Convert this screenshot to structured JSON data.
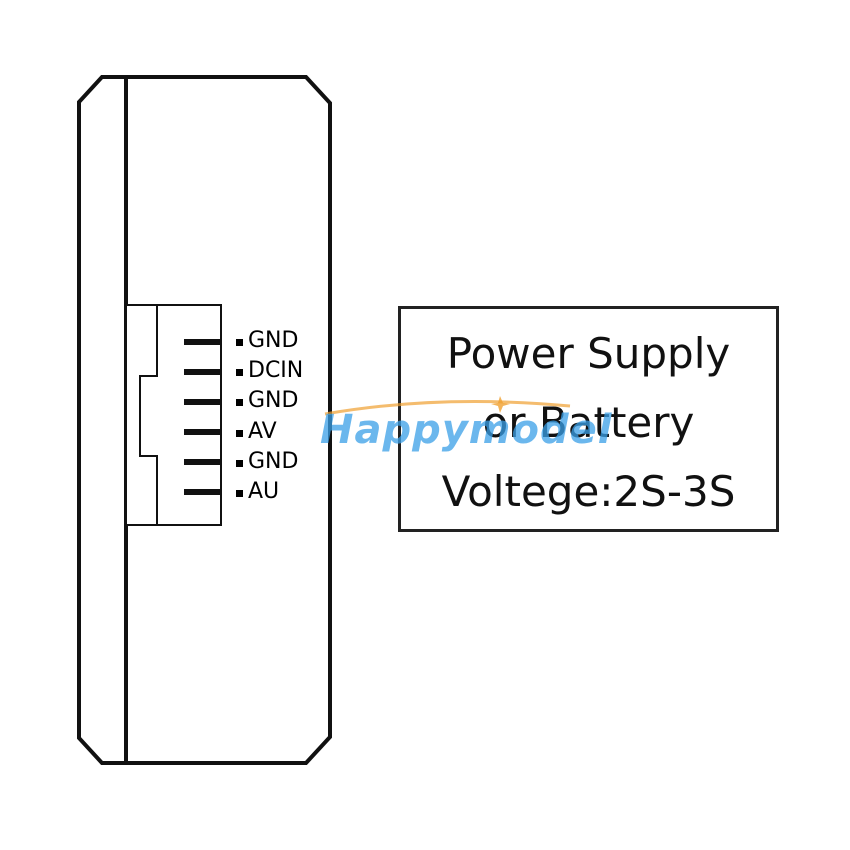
{
  "pins": [
    {
      "label": "GND"
    },
    {
      "label": "DCIN"
    },
    {
      "label": "GND"
    },
    {
      "label": "AV"
    },
    {
      "label": "GND"
    },
    {
      "label": "AU"
    }
  ],
  "info_box": {
    "line1": "Power Supply",
    "line2": "or Battery",
    "line3": "Voltege:2S-3S"
  },
  "watermark": {
    "text": "Happymodel",
    "color": "#3aa0e8"
  }
}
